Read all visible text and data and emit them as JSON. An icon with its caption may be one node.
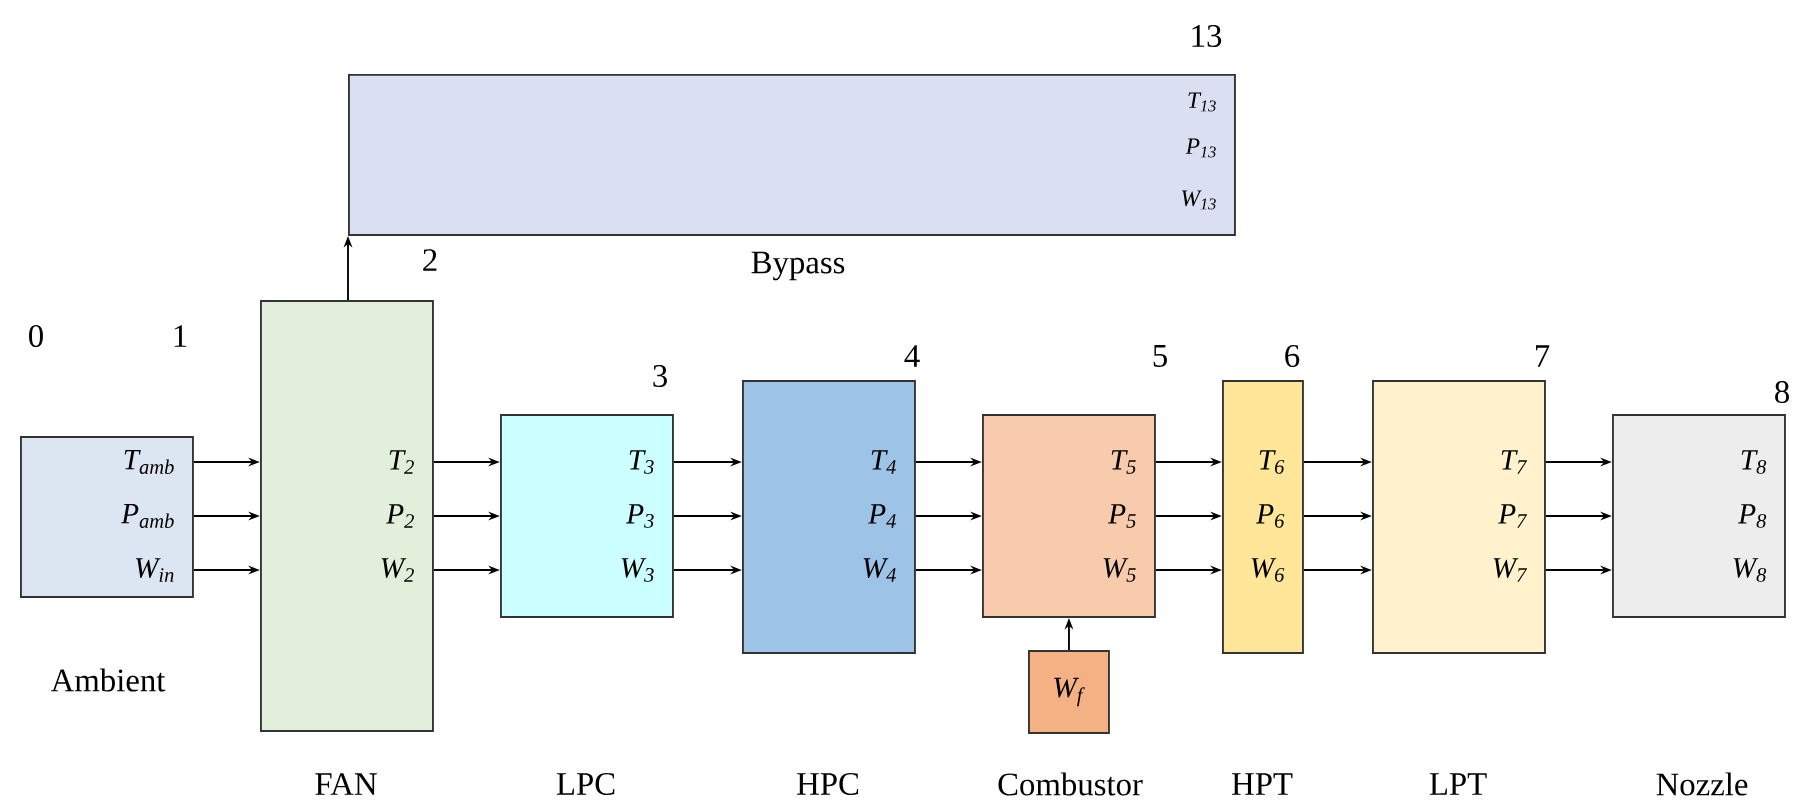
{
  "diagram": {
    "nodes": [
      {
        "text": [
          "T$_{13}$",
          "P$_{13}$",
          "W$_{13}$"
        ],
        "beside": [
          "13",
          "Bypass"
        ]
      },
      {
        "text": [
          "T$_{amb}$",
          "P$_{amb}$",
          "W$_{in}$"
        ],
        "beside": [
          "0",
          "1",
          "Ambient"
        ]
      },
      {
        "text": [
          "T$_{2}$",
          "P$_{2}$",
          "W$_{2}$"
        ],
        "beside": [
          "2"
        ]
      },
      {
        "text": [
          "T$_{3}$",
          "P$_{3}$",
          "W$_{3}$"
        ],
        "beside": [
          "3"
        ]
      },
      {
        "text": [
          "T$_{4}$",
          "P$_{4}$",
          "W$_{4}$"
        ],
        "beside": [
          "4"
        ]
      },
      {
        "text": [
          "T$_{5}$",
          "P$_{5}$",
          "W$_{5}$"
        ],
        "beside": [
          "5"
        ]
      },
      {
        "text": [
          "W$_{f}$"
        ]
      },
      {
        "text": [
          "T$_{6}$",
          "P$_{6}$",
          "W$_{6}$"
        ],
        "beside": [
          "6"
        ]
      },
      {
        "text": [
          "T$_{7}$",
          "P$_{7}$",
          "W$_{7}$"
        ],
        "beside": [
          "7"
        ]
      },
      {
        "text": [
          "T$_{8}$",
          "P$_{8}$",
          "W$_{8}$"
        ],
        "beside": [
          "8"
        ]
      }
    ],
    "edges": [
      {
        "from": 2,
        "to": 0,
        "arrow": "to"
      },
      {
        "from": 1,
        "to": 2,
        "arrow": "to"
      },
      {
        "from": 1,
        "to": 2,
        "arrow": "to"
      },
      {
        "from": 1,
        "to": 2,
        "arrow": "to"
      },
      {
        "from": 2,
        "to": 3,
        "arrow": "to"
      },
      {
        "from": 2,
        "to": 3,
        "arrow": "to"
      },
      {
        "from": 2,
        "to": 3,
        "arrow": "to"
      },
      {
        "from": 3,
        "to": 4,
        "arrow": "to"
      },
      {
        "from": 3,
        "to": 4,
        "arrow": "to"
      },
      {
        "from": 3,
        "to": 4,
        "arrow": "to"
      },
      {
        "from": 4,
        "to": 5,
        "arrow": "to"
      },
      {
        "from": 4,
        "to": 5,
        "arrow": "to"
      },
      {
        "from": 4,
        "to": 5,
        "arrow": "to"
      },
      {
        "from": 6,
        "to": 5,
        "arrow": "to"
      },
      {
        "from": 5,
        "to": 7,
        "arrow": "to"
      },
      {
        "from": 5,
        "to": 7,
        "arrow": "to"
      },
      {
        "from": 5,
        "to": 7,
        "arrow": "to"
      },
      {
        "from": 7,
        "to": 8,
        "arrow": "to"
      },
      {
        "from": 7,
        "to": 8,
        "arrow": "to"
      },
      {
        "from": 7,
        "to": 8,
        "arrow": "to"
      },
      {
        "from": 8,
        "to": 9,
        "arrow": "to"
      },
      {
        "from": 8,
        "to": 9,
        "arrow": "to"
      },
      {
        "from": 8,
        "to": 9,
        "arrow": "to"
      }
    ],
    "labels": [
      "FAN",
      "LPC",
      "HPC",
      "Combustor",
      "HPT",
      "LPT",
      "Nozzle"
    ]
  }
}
